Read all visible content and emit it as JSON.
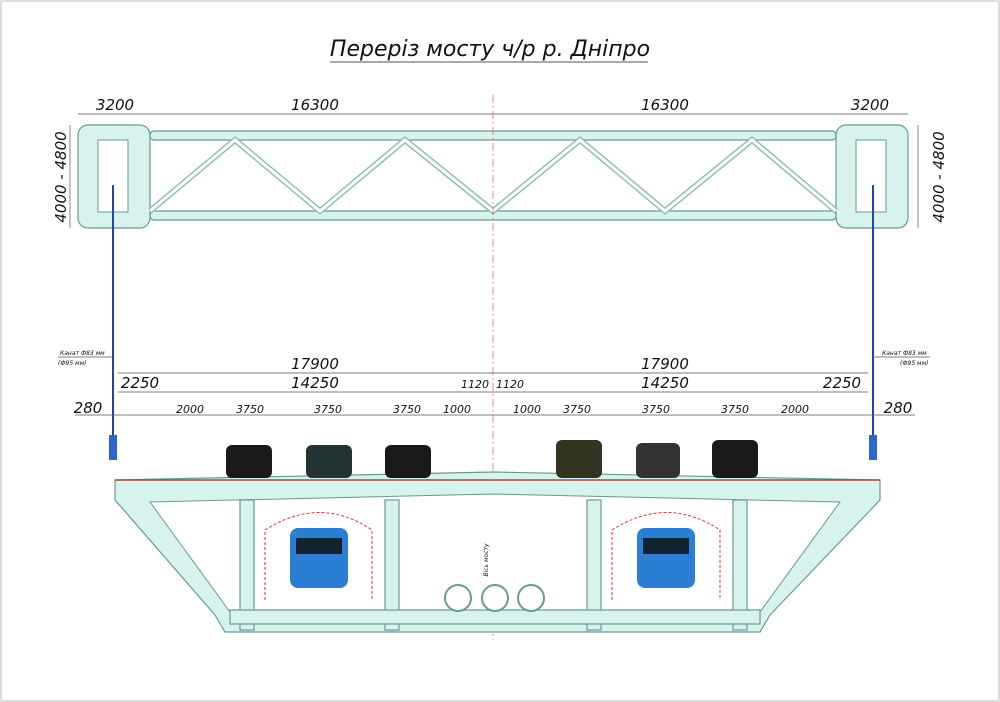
{
  "title": "Переріз мосту ч/р р. Дніпро",
  "top_dims": {
    "left_block": "3200",
    "left_span": "16300",
    "right_span": "16300",
    "right_block": "3200",
    "height_left": "4000 - 4800",
    "height_right": "4000 - 4800"
  },
  "cable_label": {
    "main": "Канат Ф83 мм",
    "alt": "(Ф95 мм)"
  },
  "deck_dims": {
    "half_left": "17900",
    "half_right": "17900",
    "row2": [
      "2250",
      "14250",
      "1120",
      "1120",
      "14250",
      "2250"
    ],
    "edge_left": "280",
    "edge_right": "280",
    "lanes_left": [
      "2000",
      "3750",
      "3750",
      "3750",
      "1000"
    ],
    "lanes_right": [
      "1000",
      "3750",
      "3750",
      "3750",
      "2000"
    ]
  },
  "axis_label": "Вісь мосту",
  "colors": {
    "structure": "#d8f3ee",
    "cable": "#2244aa",
    "train": "#2a7fd4",
    "dim_red": "#dd2222"
  }
}
